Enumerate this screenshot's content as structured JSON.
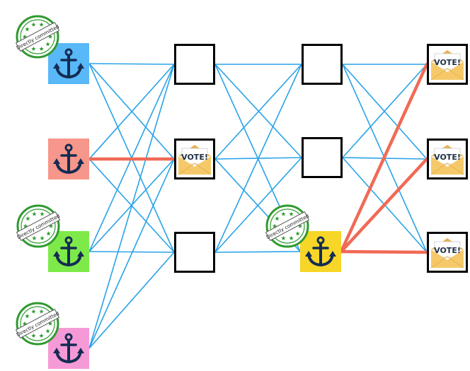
{
  "colors": {
    "edge": "#29a3e8",
    "highlight_edge": "#f06a55",
    "box_border": "#000000",
    "anchor": "#142c52",
    "envelope": "#f5c96a",
    "envelope_flap": "#e8b04c",
    "stamp": "#2f9a2f"
  },
  "nodes": {
    "a1": {
      "kind": "anchor",
      "bg": "#59b8f7",
      "stamp": true
    },
    "a2": {
      "kind": "anchor",
      "bg": "#f7968a",
      "stamp": false
    },
    "a3": {
      "kind": "anchor",
      "bg": "#7eea4a",
      "stamp": true
    },
    "a4": {
      "kind": "anchor",
      "bg": "#f59ad6",
      "stamp": true
    },
    "m1": {
      "kind": "empty"
    },
    "m2": {
      "kind": "vote"
    },
    "m3": {
      "kind": "empty"
    },
    "n1": {
      "kind": "empty"
    },
    "n2": {
      "kind": "empty"
    },
    "n3": {
      "kind": "anchor",
      "bg": "#f7d628",
      "stamp": true
    },
    "v1": {
      "kind": "vote"
    },
    "v2": {
      "kind": "vote"
    },
    "v3": {
      "kind": "vote"
    }
  },
  "edges": [
    [
      "a1",
      "m1"
    ],
    [
      "a1",
      "m2"
    ],
    [
      "a1",
      "m3"
    ],
    [
      "a2",
      "m1"
    ],
    [
      "a2",
      "m2"
    ],
    [
      "a2",
      "m3"
    ],
    [
      "a3",
      "m1"
    ],
    [
      "a3",
      "m2"
    ],
    [
      "a3",
      "m3"
    ],
    [
      "a4",
      "m1"
    ],
    [
      "a4",
      "m2"
    ],
    [
      "a4",
      "m3"
    ],
    [
      "m1",
      "n1"
    ],
    [
      "m1",
      "n2"
    ],
    [
      "m1",
      "n3"
    ],
    [
      "m2",
      "n1"
    ],
    [
      "m2",
      "n2"
    ],
    [
      "m2",
      "n3"
    ],
    [
      "m3",
      "n1"
    ],
    [
      "m3",
      "n2"
    ],
    [
      "m3",
      "n3"
    ],
    [
      "n1",
      "v1"
    ],
    [
      "n1",
      "v2"
    ],
    [
      "n1",
      "v3"
    ],
    [
      "n2",
      "v1"
    ],
    [
      "n2",
      "v2"
    ],
    [
      "n2",
      "v3"
    ],
    [
      "n3",
      "v1"
    ],
    [
      "n3",
      "v2"
    ],
    [
      "n3",
      "v3"
    ]
  ],
  "highlighted_edges": [
    [
      "a2",
      "m2"
    ],
    [
      "n3",
      "v1"
    ],
    [
      "n3",
      "v2"
    ],
    [
      "n3",
      "v3"
    ]
  ],
  "labels": {
    "vote": "VOTE!",
    "stamp": "Directly committed"
  }
}
